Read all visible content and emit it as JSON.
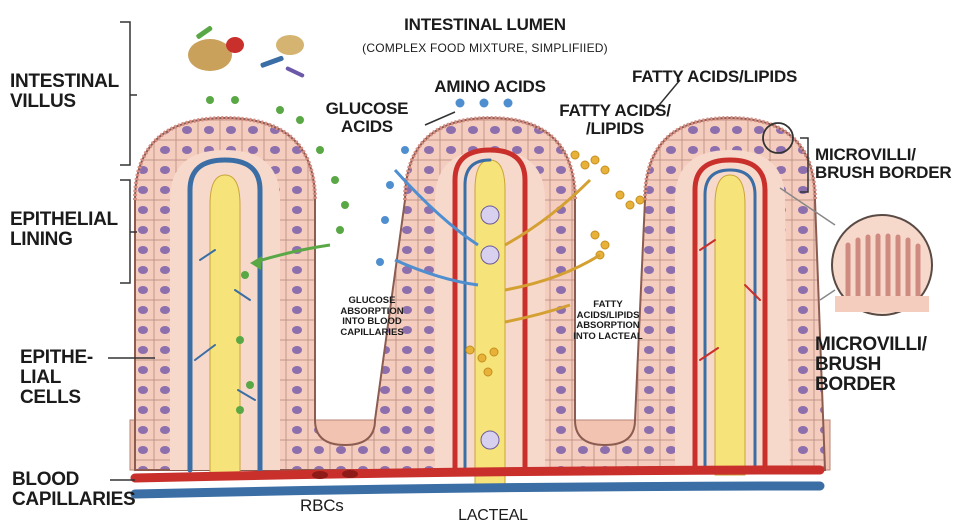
{
  "title": "INTESTINAL LUMEN",
  "subtitle": "(COMPLEX FOOD MIXTURE, SIMPLIFIIED)",
  "labels": {
    "intestinal_villus": "INTESTINAL\nVILLUS",
    "epithelial_lining": "EPITHELIAL\nLINING",
    "epithelial_cells": "EPITHE-\nLIAL CELLS",
    "blood_capillaries": "BLOOD\nCAPILLARIES",
    "rbcs": "RBCs",
    "lacteal": "LACTEAL",
    "glucose_acids": "GLUCOSE\nACIDS",
    "amino_acids": "AMINO ACIDS",
    "fatty_acids_lipids_top": "FATTY ACIDS/LIPIDS",
    "fatty_acids_lipids_mid": "FATTY ACIDS/\n/LIPIDS",
    "microvilli_top": "MICROVILLI/\nBRUSH BORDER",
    "microvilli_zoom": "MICROVILLI/\nBRUSH BORDER",
    "glucose_absorption": "GLUCOSE\nABSORPTION\nINTO BLOOD\nCAPILLARIES",
    "fatty_absorption": "FATTY\nACIDS/LIPIDS\nABSORPTION\nINTO LACTEAL"
  },
  "colors": {
    "epithelium": "#f2c6b6",
    "cell_nucleus": "#8d6fae",
    "lacteal": "#f6e37a",
    "artery": "#c9302c",
    "vein": "#3a6ea5",
    "glucose": "#5aa845",
    "amino": "#4f8fd0",
    "lipid": "#e8b23a"
  }
}
